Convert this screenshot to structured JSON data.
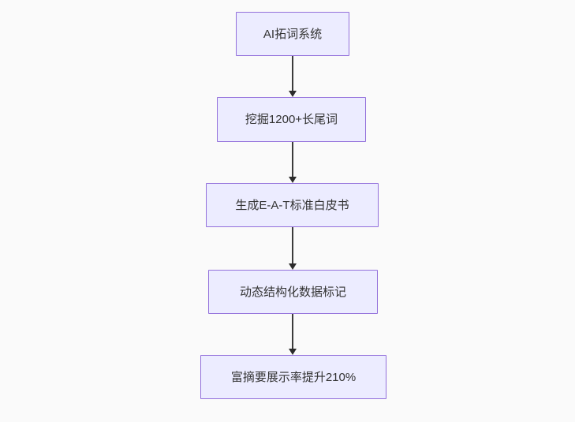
{
  "diagram": {
    "type": "flowchart",
    "direction": "top-down",
    "nodes": [
      {
        "label": "AI拓词系统"
      },
      {
        "label": "挖掘1200+长尾词"
      },
      {
        "label": "生成E-A-T标准白皮书"
      },
      {
        "label": "动态结构化数据标记"
      },
      {
        "label": "富摘要展示率提升210%"
      }
    ],
    "edges": [
      {
        "from": "AI拓词系统",
        "to": "挖掘1200+长尾词"
      },
      {
        "from": "挖掘1200+长尾词",
        "to": "生成E-A-T标准白皮书"
      },
      {
        "from": "生成E-A-T标准白皮书",
        "to": "动态结构化数据标记"
      },
      {
        "from": "动态结构化数据标记",
        "to": "富摘要展示率提升210%"
      }
    ],
    "colors": {
      "node_fill": "#ececff",
      "node_border": "#9370db",
      "arrow": "#333333",
      "text": "#333333",
      "background": "#fafafa"
    }
  }
}
